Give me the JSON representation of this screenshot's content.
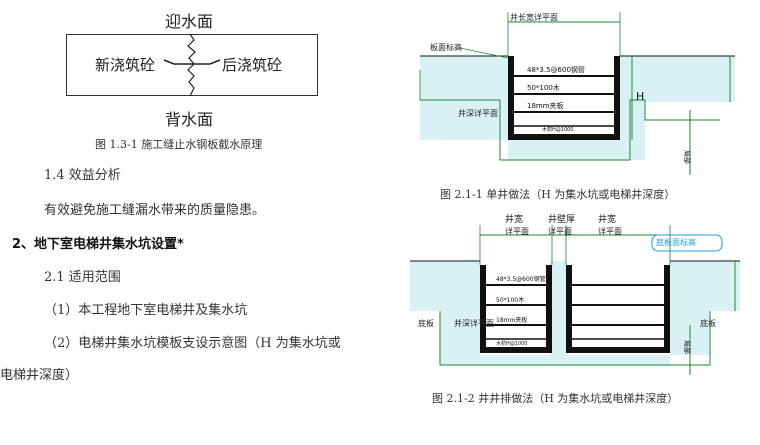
{
  "left": {
    "face_top": "迎水面",
    "face_bottom": "背水面",
    "new_pour": "新浇筑砼",
    "old_pour": "后浇筑砼",
    "fig_caption": "图 1.3-1  施工缝止水钢板截水原理",
    "section_14": "1.4 效益分析",
    "section_14_text": "有效避免施工缝漏水带来的质量隐患。",
    "heading_2": "2、地下室电梯井集水坑设置*",
    "section_21": "2.1 适用范围",
    "item_1": "（1）本工程地下室电梯井及集水坑",
    "item_2": "（2）电梯井集水坑模板支设示意图（H 为集水坑或",
    "item_2_cont": "电梯井深度）"
  },
  "fig1": {
    "top_label": "井长宽详平面",
    "board_elevation": "板面标高",
    "beam1": "48*3.5@600钢管",
    "beam2": "50*100木",
    "beam3": "18mm夹板",
    "pit_plan": "井深详平面",
    "bottom_label": "木枋H@1000",
    "h": "H",
    "side": "局部",
    "caption": "图 2.1-1 单井做法（H 为集水坑或电梯井深度）"
  },
  "fig2": {
    "label_width": "井宽",
    "label_width2": "详平面",
    "label_wall": "井壁厚",
    "label_wall2": "详平面",
    "label_width_b": "井宽",
    "label_width_b2": "详平面",
    "slab_elevation": "底板面标高",
    "beam1": "48*3.5@600钢管",
    "beam2": "50*100木",
    "beam3": "18mm夹板",
    "pit_plan": "井深详平面",
    "bottom_label": "木枋H@1000",
    "floor_left": "底板",
    "floor_right": "底板",
    "side": "局部",
    "caption": "图 2.1-2 井井排做法（H 为集水坑或电梯井深度）"
  },
  "colors": {
    "concrete": "#d9f1f4",
    "green": "#1a8a2e",
    "cyan": "#1e9fd9",
    "black": "#111111"
  }
}
